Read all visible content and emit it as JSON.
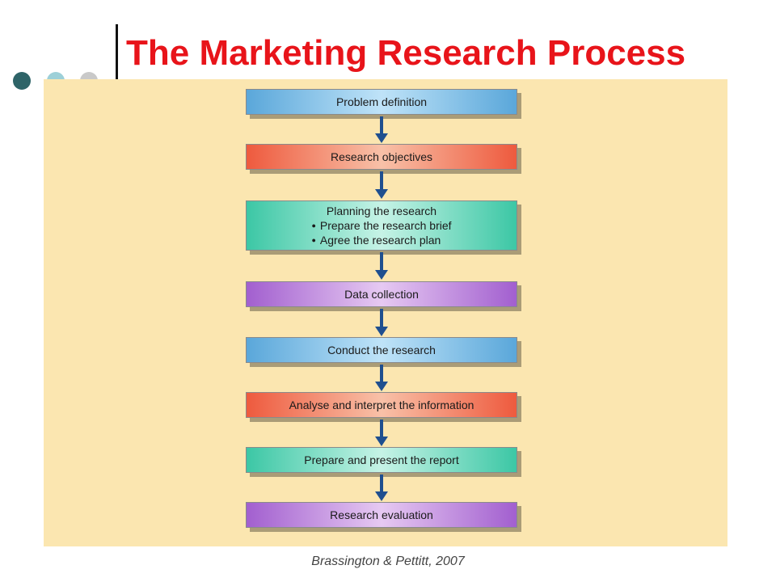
{
  "title": "The Marketing Research Process",
  "colors": {
    "title": "#e8141a",
    "panel": "#fbe6b0",
    "arrow": "#1f4f8f",
    "dot_dark": "#2e6468",
    "dot_light_blue": "#9dd0d8",
    "dot_gray": "#c9c9c9"
  },
  "steps": [
    {
      "label": "Problem definition",
      "style": "blue"
    },
    {
      "label": "Research objectives",
      "style": "red"
    },
    {
      "label": "Planning the research",
      "style": "teal",
      "bullets": [
        "Prepare the research brief",
        "Agree the research plan"
      ]
    },
    {
      "label": "Data collection",
      "style": "purple"
    },
    {
      "label": "Conduct the research",
      "style": "blue"
    },
    {
      "label": "Analyse and interpret the information",
      "style": "red"
    },
    {
      "label": "Prepare and present the report",
      "style": "teal"
    },
    {
      "label": "Research evaluation",
      "style": "purple"
    }
  ],
  "citation": "Brassington & Pettitt, 2007"
}
